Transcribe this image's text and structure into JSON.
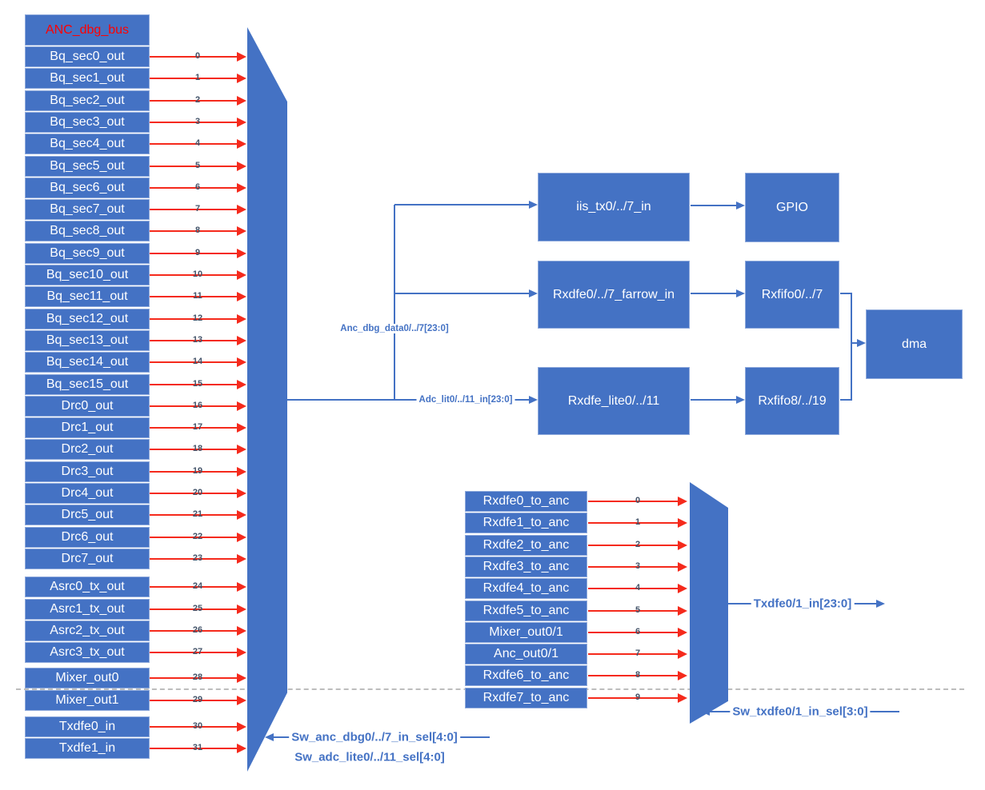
{
  "colors": {
    "box_blue": "#4472C4",
    "box_border": "#8FAADC",
    "line_blue": "#4472C4",
    "label_blue": "#4472C4",
    "wire_red": "#F52A1C",
    "header_red": "#FF0000",
    "num_gray": "#44546A",
    "dashed_gray": "#BDBDBD",
    "text_white": "#FFFFFF",
    "bg": "#FFFFFF"
  },
  "left_mux": {
    "header_label": "ANC_dbg_bus",
    "rows": [
      {
        "label": "Bq_sec0_out",
        "num": "0"
      },
      {
        "label": "Bq_sec1_out",
        "num": "1"
      },
      {
        "label": "Bq_sec2_out",
        "num": "2"
      },
      {
        "label": "Bq_sec3_out",
        "num": "3"
      },
      {
        "label": "Bq_sec4_out",
        "num": "4"
      },
      {
        "label": "Bq_sec5_out",
        "num": "5"
      },
      {
        "label": "Bq_sec6_out",
        "num": "6"
      },
      {
        "label": "Bq_sec7_out",
        "num": "7"
      },
      {
        "label": "Bq_sec8_out",
        "num": "8"
      },
      {
        "label": "Bq_sec9_out",
        "num": "9"
      },
      {
        "label": "Bq_sec10_out",
        "num": "10"
      },
      {
        "label": "Bq_sec11_out",
        "num": "11"
      },
      {
        "label": "Bq_sec12_out",
        "num": "12"
      },
      {
        "label": "Bq_sec13_out",
        "num": "13"
      },
      {
        "label": "Bq_sec14_out",
        "num": "14"
      },
      {
        "label": "Bq_sec15_out",
        "num": "15"
      },
      {
        "label": "Drc0_out",
        "num": "16"
      },
      {
        "label": "Drc1_out",
        "num": "17"
      },
      {
        "label": "Drc2_out",
        "num": "18"
      },
      {
        "label": "Drc3_out",
        "num": "19"
      },
      {
        "label": "Drc4_out",
        "num": "20"
      },
      {
        "label": "Drc5_out",
        "num": "21"
      },
      {
        "label": "Drc6_out",
        "num": "22"
      },
      {
        "label": "Drc7_out",
        "num": "23"
      },
      {
        "label": "Asrc0_tx_out",
        "num": "24"
      },
      {
        "label": "Asrc1_tx_out",
        "num": "25"
      },
      {
        "label": "Asrc2_tx_out",
        "num": "26"
      },
      {
        "label": "Asrc3_tx_out",
        "num": "27"
      },
      {
        "label": "Mixer_out0",
        "num": "28"
      },
      {
        "label": "Mixer_out1",
        "num": "29"
      },
      {
        "label": "Txdfe0_in",
        "num": "30"
      },
      {
        "label": "Txdfe1_in",
        "num": "31"
      }
    ],
    "sel_label_1": "Sw_anc_dbg0/../7_in_sel[4:0]",
    "sel_label_2": "Sw_adc_lite0/../11_sel[4:0]"
  },
  "right_mux": {
    "rows": [
      {
        "label": "Rxdfe0_to_anc",
        "num": "0"
      },
      {
        "label": "Rxdfe1_to_anc",
        "num": "1"
      },
      {
        "label": "Rxdfe2_to_anc",
        "num": "2"
      },
      {
        "label": "Rxdfe3_to_anc",
        "num": "3"
      },
      {
        "label": "Rxdfe4_to_anc",
        "num": "4"
      },
      {
        "label": "Rxdfe5_to_anc",
        "num": "5"
      },
      {
        "label": "Mixer_out0/1",
        "num": "6"
      },
      {
        "label": "Anc_out0/1",
        "num": "7"
      },
      {
        "label": "Rxdfe6_to_anc",
        "num": "8"
      },
      {
        "label": "Rxdfe7_to_anc",
        "num": "9"
      }
    ],
    "output_label": "Txdfe0/1_in[23:0]",
    "sel_label": "Sw_txdfe0/1_in_sel[3:0]"
  },
  "nets": {
    "anc_dbg_data": "Anc_dbg_data0/../7[23:0]",
    "adc_lit": "Adc_lit0/../11_in[23:0]"
  },
  "blocks": {
    "iis_tx": {
      "label": "iis_tx0/../7_in"
    },
    "gpio": {
      "label": "GPIO"
    },
    "farrow": {
      "label": "Rxdfe0/../7_farrow_in"
    },
    "rxfifo0": {
      "label": "Rxfifo0/../7"
    },
    "rxdfe_lite": {
      "label": "Rxdfe_lite0/../11"
    },
    "rxfifo8": {
      "label": "Rxfifo8/../19"
    },
    "dma": {
      "label": "dma"
    }
  }
}
